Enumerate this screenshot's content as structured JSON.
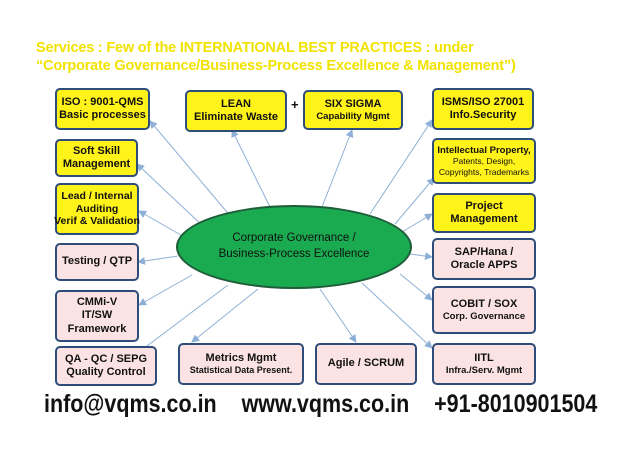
{
  "title": {
    "line1": "Services : Few of the INTERNATIONAL BEST PRACTICES  : under",
    "line2": "“Corporate Governance/Business-Process Excellence & Management”)"
  },
  "center": {
    "line1": "Corporate Governance /",
    "line2": "Business-Process Excellence"
  },
  "plus_sign": "+",
  "boxes": {
    "iso9001": {
      "line1": "ISO : 9001-QMS",
      "line2": "Basic processes"
    },
    "lean": {
      "line1": "LEAN",
      "line2": "Eliminate Waste"
    },
    "six_sigma": {
      "line1": "SIX SIGMA",
      "line2": "Capability Mgmt"
    },
    "isms": {
      "line1": "ISMS/ISO 27001",
      "line2": "Info.Security"
    },
    "soft_skill": {
      "line1": "Soft Skill",
      "line2": "Management"
    },
    "ip": {
      "line1": "Intellectual Property,",
      "line2": "Patents, Design,",
      "line3": "Copyrights, Trademarks"
    },
    "auditing": {
      "line1": "Lead / Internal",
      "line2": "Auditing",
      "line3": "Verif & Validation"
    },
    "project": {
      "line1": "Project",
      "line2": "Management"
    },
    "testing": {
      "line1": "Testing / QTP"
    },
    "sap": {
      "line1": "SAP/Hana /",
      "line2": "Oracle APPS"
    },
    "cmmi": {
      "line1": "CMMi-V",
      "line2": "IT/SW",
      "line3": "Framework"
    },
    "cobit": {
      "line1": "COBIT / SOX",
      "line2": "Corp. Governance"
    },
    "qa": {
      "line1": "QA - QC / SEPG",
      "line2": "Quality Control"
    },
    "metrics": {
      "line1": "Metrics Mgmt",
      "line2": "Statistical Data Present."
    },
    "agile": {
      "line1": "Agile / SCRUM"
    },
    "iitl": {
      "line1": "IITL",
      "line2": "Infra./Serv. Mgmt"
    }
  },
  "footer": {
    "email": "info@vqms.co.in",
    "website": "www.vqms.co.in",
    "phone": "+91-8010901504"
  },
  "colors": {
    "heading": "#f2e200",
    "box_yellow": "#fff31a",
    "box_pink": "#fbe3e3",
    "box_border": "#2e4d7a",
    "ellipse_fill": "#1aaa50",
    "arrow": "#8fb0d6"
  }
}
